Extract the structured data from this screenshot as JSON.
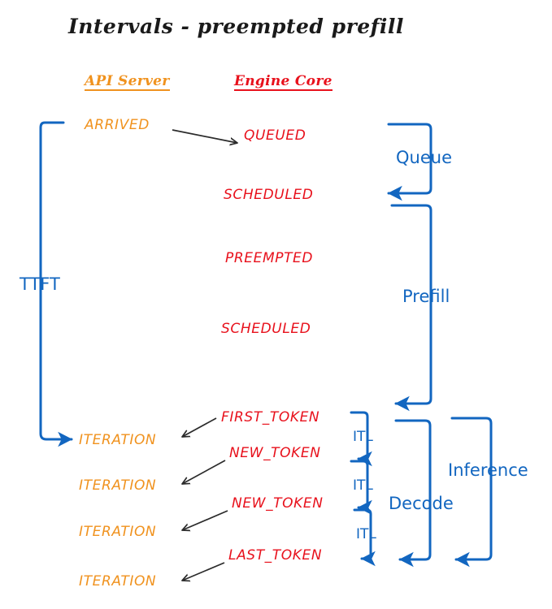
{
  "title": "Intervals - preempted prefill",
  "colors": {
    "api": "#F0921E",
    "engine": "#E8111C",
    "interval": "#1266C0",
    "arrow": "#2b2b2b",
    "background": "#ffffff"
  },
  "columns": {
    "api_server": "API Server",
    "engine_core": "Engine Core"
  },
  "api_events": [
    {
      "label": "ARRIVED"
    },
    {
      "label": "ITERATION"
    },
    {
      "label": "ITERATION"
    },
    {
      "label": "ITERATION"
    },
    {
      "label": "ITERATION"
    }
  ],
  "engine_events": [
    {
      "label": "QUEUED"
    },
    {
      "label": "SCHEDULED"
    },
    {
      "label": "PREEMPTED"
    },
    {
      "label": "SCHEDULED"
    },
    {
      "label": "FIRST_TOKEN"
    },
    {
      "label": "NEW_TOKEN"
    },
    {
      "label": "NEW_TOKEN"
    },
    {
      "label": "LAST_TOKEN"
    }
  ],
  "intervals": {
    "ttft": "TTFT",
    "queue": "Queue",
    "prefill": "Prefill",
    "decode": "Decode",
    "inference": "Inference",
    "itl": [
      "ITL",
      "ITL",
      "ITL"
    ]
  }
}
